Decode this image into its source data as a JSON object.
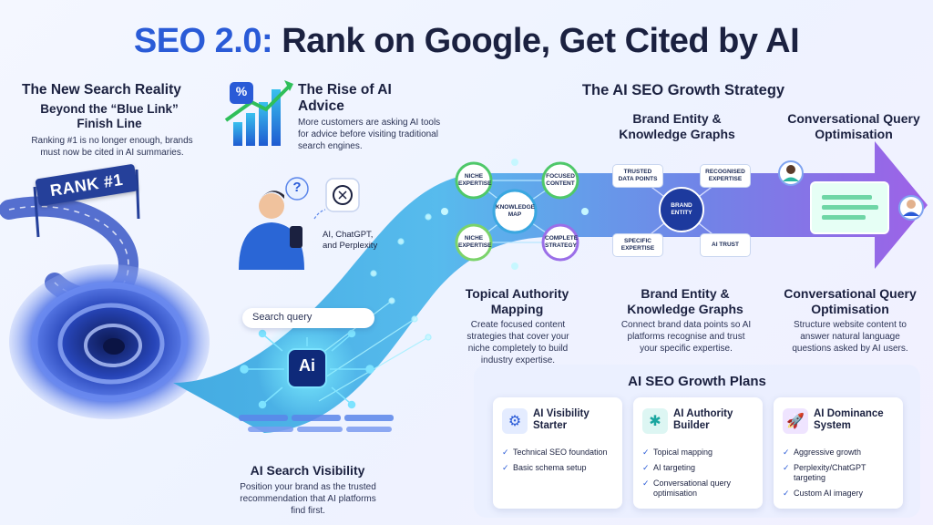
{
  "title": {
    "accent": "SEO 2.0:",
    "rest": "Rank on Google, Get Cited by AI"
  },
  "new_search": {
    "title": "The New Search Reality",
    "subtitle": "Beyond the “Blue Link” Finish Line",
    "body": "Ranking #1 is no longer enough, brands must now be cited in AI summaries.",
    "flag": "RANK #1"
  },
  "rise": {
    "title": "The Rise of AI Advice",
    "body": "More customers are asking AI tools for advice before visiting traditional search engines.",
    "percent_symbol": "%",
    "question_symbol": "?",
    "tools_label": "AI, ChatGPT, and Perplexity"
  },
  "growth_strategy_title": "The AI SEO Growth Strategy",
  "ribbon_top": {
    "brand_entity": "Brand Entity & Knowledge Graphs",
    "conversational": "Conversational Query Optimisation"
  },
  "topical_nodes": {
    "niche_1": "NICHE EXPERTISE",
    "focused": "FOCUSED CONTENT",
    "center": "KNOWLEDGE MAP",
    "niche_2": "NICHE EXPERTISE",
    "complete": "COMPLETE STRATEGY"
  },
  "brand_nodes": {
    "trusted": "TRUSTED DATA POINTS",
    "recognised": "RECOGNISED EXPERTISE",
    "center": "BRAND ENTITY",
    "specific": "SPECIFIC EXPERTISE",
    "ai_trust": "AI TRUST"
  },
  "sections": {
    "topical": {
      "title": "Topical Authority Mapping",
      "body": "Create focused content strategies that cover your niche completely to build industry expertise."
    },
    "brand": {
      "title": "Brand Entity & Knowledge Graphs",
      "body": "Connect brand data points so AI platforms recognise and trust your specific expertise."
    },
    "conversational": {
      "title": "Conversational Query Optimisation",
      "body": "Structure website content to answer natural language questions asked by AI users."
    },
    "visibility": {
      "title": "AI Search Visibility",
      "body": "Position your brand as the trusted recommendation that AI platforms find first."
    }
  },
  "search_query": "Search query",
  "ai_chip": "Ai",
  "plans": {
    "title": "AI SEO Growth Plans",
    "items": [
      {
        "name": "AI Visibility Starter",
        "icon": "gear-icon",
        "color": "#2a5bd7",
        "features": [
          "Technical SEO foundation",
          "Basic schema setup"
        ]
      },
      {
        "name": "AI Authority Builder",
        "icon": "network-icon",
        "color": "#1aa6a0",
        "features": [
          "Topical mapping",
          "AI targeting",
          "Conversational query optimisation"
        ]
      },
      {
        "name": "AI Dominance System",
        "icon": "rocket-icon",
        "color": "#7b3fd6",
        "features": [
          "Aggressive growth",
          "Perplexity/ChatGPT targeting",
          "Custom AI imagery"
        ]
      }
    ]
  },
  "colors": {
    "accent": "#2a5bd7",
    "ribbon_start": "#1f7fd6",
    "ribbon_mid": "#6fc5f0",
    "ribbon_end": "#8b5be8"
  }
}
